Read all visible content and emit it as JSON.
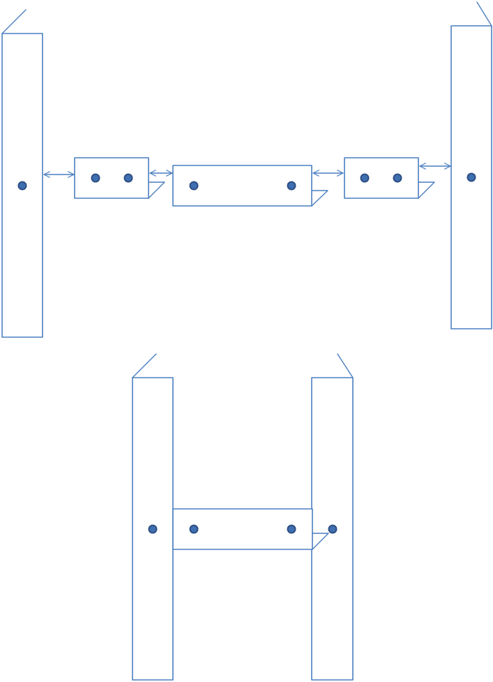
{
  "diagram": {
    "colors": {
      "line": "#4A7EC0",
      "hole_fill": "#3F6FB0",
      "hole_edge": "#2E4F84",
      "background": "#FFFFFF"
    },
    "top_assembly": {
      "parts": [
        {
          "id": "left-post",
          "holes": 1
        },
        {
          "id": "short-link-left",
          "holes": 2
        },
        {
          "id": "long-link-middle",
          "holes": 2
        },
        {
          "id": "short-link-right",
          "holes": 2
        },
        {
          "id": "right-post",
          "holes": 1
        }
      ],
      "connectors": [
        {
          "id": "arrow-left-post-to-short-link",
          "type": "double-arrow"
        },
        {
          "id": "arrow-short-link-to-long-link",
          "type": "double-arrow"
        },
        {
          "id": "arrow-long-link-to-short-link",
          "type": "double-arrow"
        },
        {
          "id": "arrow-short-link-to-right-post",
          "type": "double-arrow"
        }
      ]
    },
    "bottom_assembly": {
      "parts": [
        {
          "id": "left-post",
          "holes": 1
        },
        {
          "id": "crossbar",
          "holes": 2
        },
        {
          "id": "right-post",
          "holes": 1
        }
      ]
    }
  }
}
